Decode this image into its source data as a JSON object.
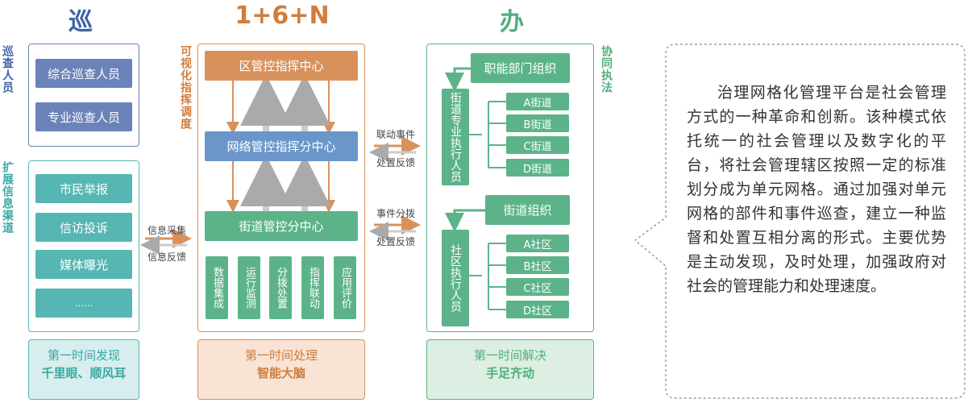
{
  "titles": {
    "left": "巡",
    "mid": "1+6+N",
    "right": "办"
  },
  "left": {
    "patrol_label": "巡查人员",
    "channels_label": "扩展信息渠道",
    "patrol_items": [
      "综合巡查人员",
      "专业巡查人员"
    ],
    "channel_items": [
      "市民举报",
      "信访投诉",
      "媒体曝光",
      "……"
    ],
    "footer": {
      "line1": "第一时间发现",
      "line2": "千里眼、顺风耳"
    }
  },
  "links": {
    "collect": "信息采集",
    "feedback_left": "信息反馈",
    "linkage": "联动事件",
    "feedback_top": "处置反馈",
    "dispatch": "事件分拨",
    "feedback_bottom": "处置反馈"
  },
  "mid": {
    "side_label": "可视化指挥调度",
    "district_center": "区管控指挥中心",
    "network_center": "网络管控指挥分中心",
    "street_center": "街道管控分中心",
    "functions": [
      "数据集成",
      "运行监测",
      "分拨处置",
      "指挥联动",
      "应用评价"
    ],
    "footer": {
      "line1": "第一时间处理",
      "line2": "智能大脑"
    }
  },
  "right": {
    "side_label": "协同执法",
    "dept_org": "职能部门组织",
    "street_staff": "街道专业执行人员",
    "streets": [
      "A街道",
      "B街道",
      "C街道",
      "D街道"
    ],
    "street_org": "街道组织",
    "community_staff": "社区执行人员",
    "communities": [
      "A社区",
      "B社区",
      "C社区",
      "D社区"
    ],
    "footer": {
      "line1": "第一时间解决",
      "line2": "手足齐动"
    }
  },
  "description": "治理网格化管理平台是社会管理方式的一种革命和创新。该种模式依托统一的社会管理以及数字化的平台，将社会管理辖区按照一定的标准划分成为单元网格。通过加强对单元网格的部件和事件巡查，建立一种监督和处置互相分离的形式。主要优势是主动发现，及时处理，加强政府对社会的管理能力和处理速度。",
  "colors": {
    "blue": "#6a83b8",
    "teal": "#56b6b3",
    "orange": "#d9915c",
    "steel": "#6a96c9",
    "green": "#5cb38a",
    "title_blue": "#3f64a8",
    "title_orange": "#d07d3c",
    "title_green": "#4fb07e"
  }
}
